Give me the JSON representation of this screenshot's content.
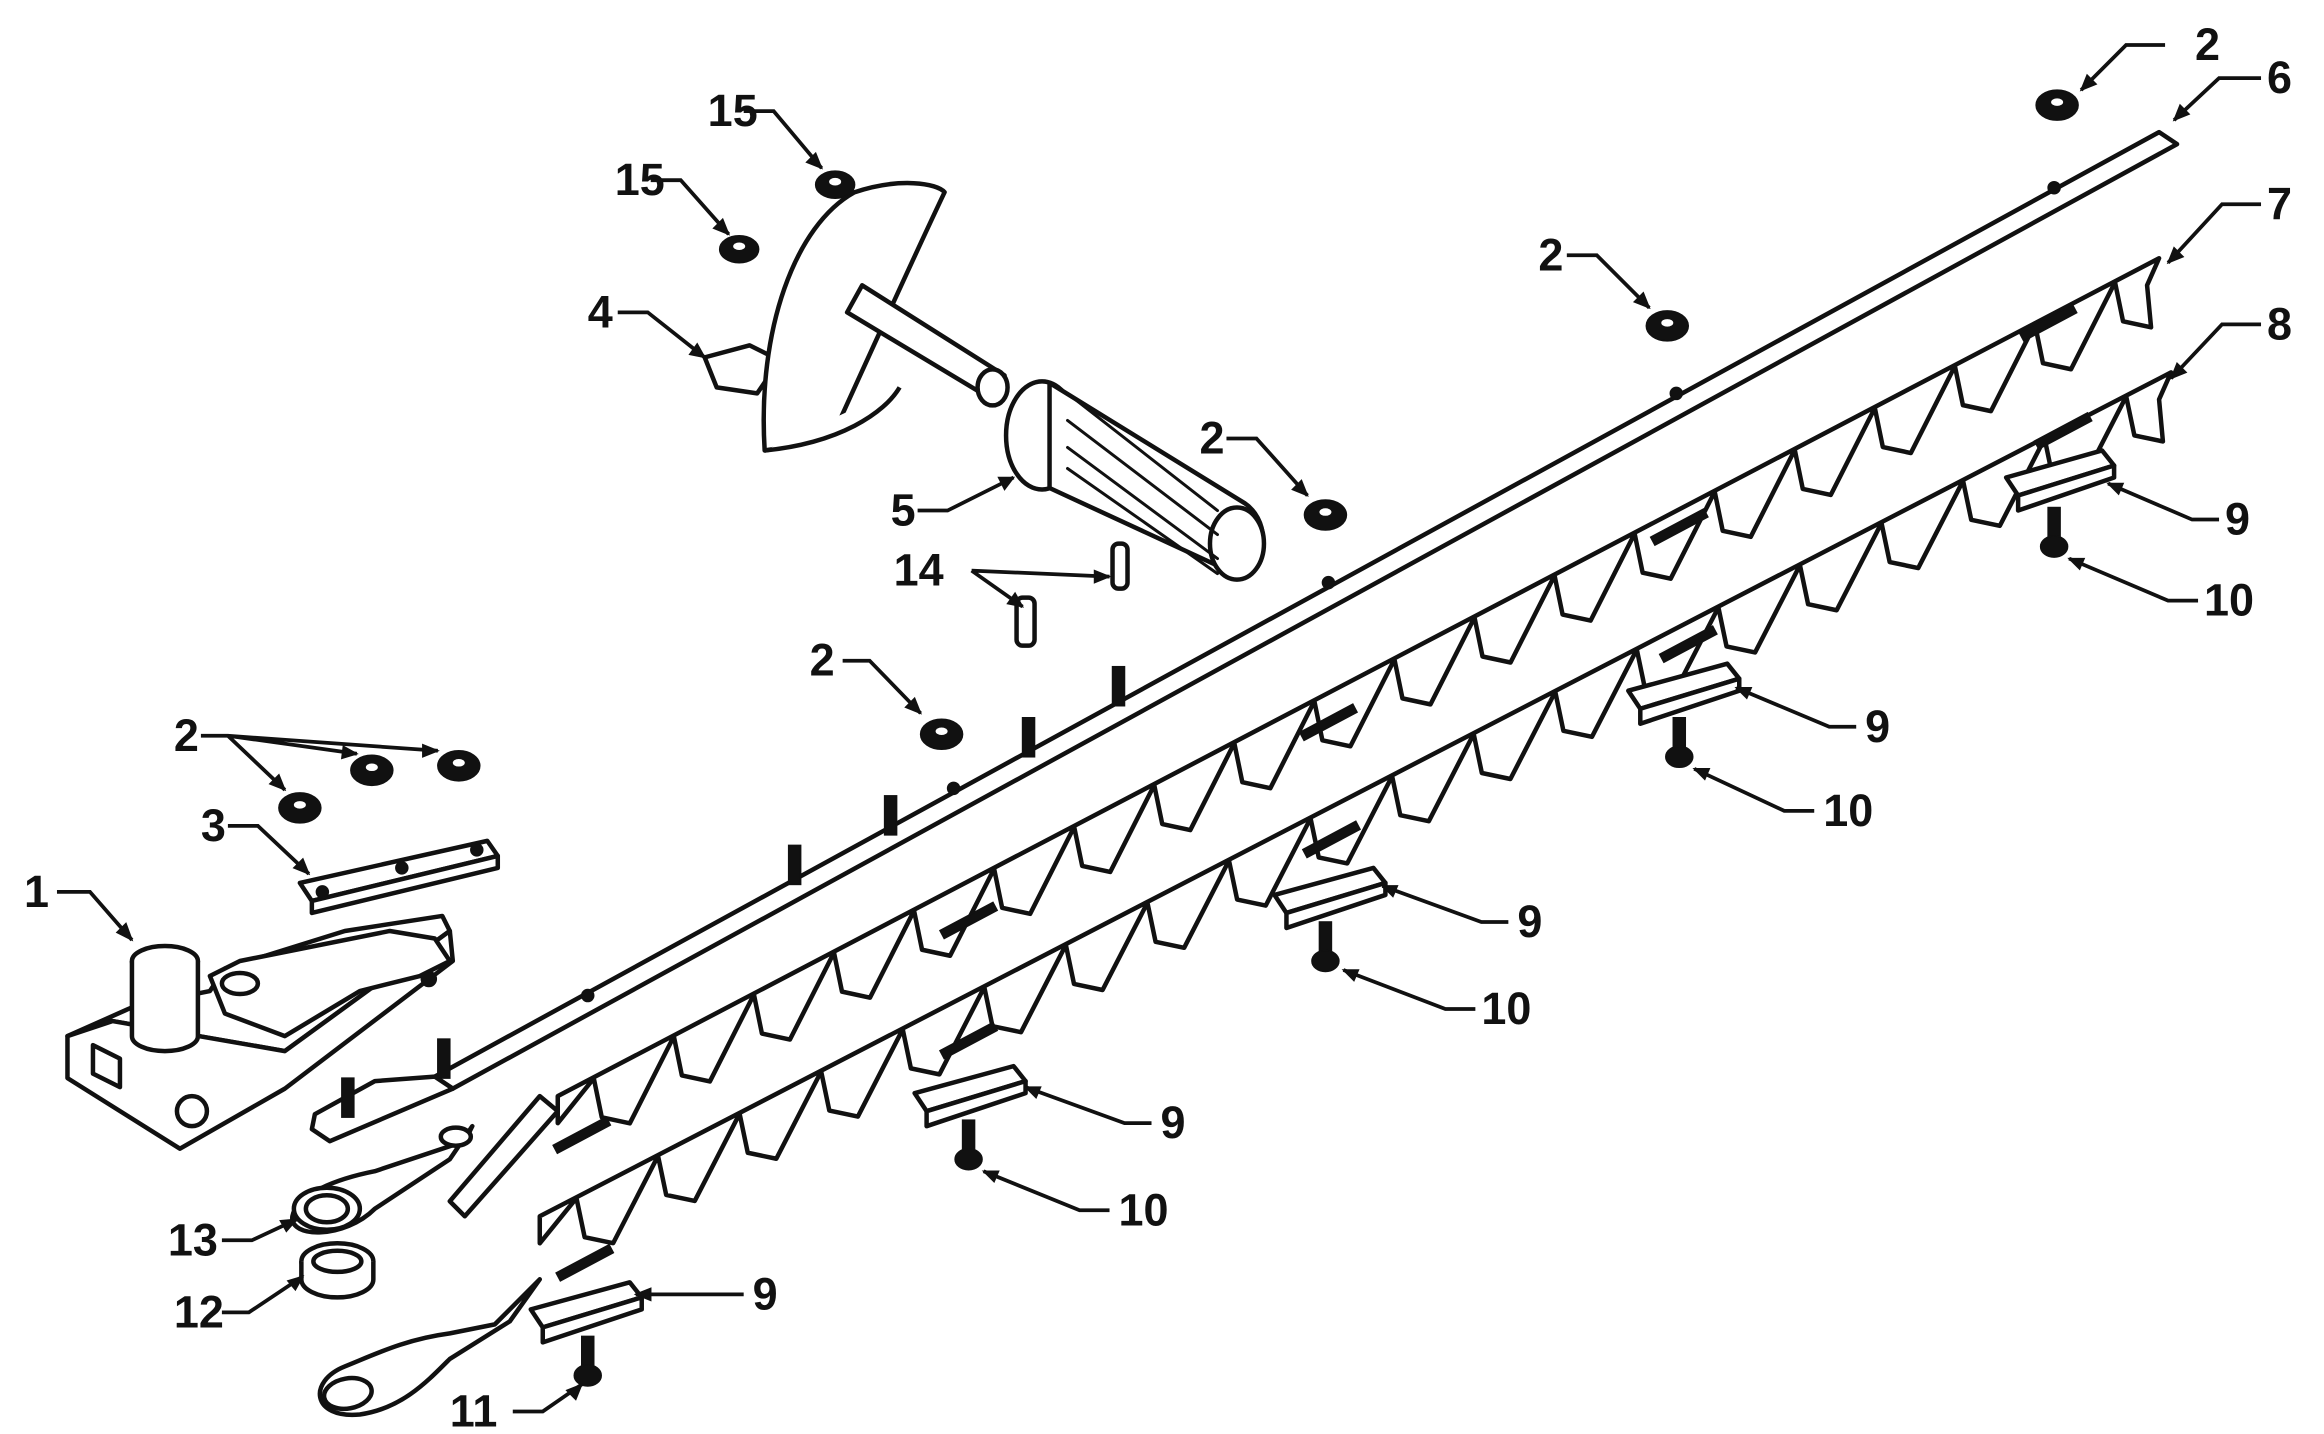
{
  "diagram": {
    "type": "exploded-parts-view",
    "callouts": [
      {
        "id": "c1",
        "label": "1"
      },
      {
        "id": "c2a",
        "label": "2"
      },
      {
        "id": "c2b",
        "label": "2"
      },
      {
        "id": "c2c",
        "label": "2"
      },
      {
        "id": "c2d",
        "label": "2"
      },
      {
        "id": "c2e",
        "label": "2"
      },
      {
        "id": "c3",
        "label": "3"
      },
      {
        "id": "c4",
        "label": "4"
      },
      {
        "id": "c5",
        "label": "5"
      },
      {
        "id": "c6",
        "label": "6"
      },
      {
        "id": "c7",
        "label": "7"
      },
      {
        "id": "c8",
        "label": "8"
      },
      {
        "id": "c9a",
        "label": "9"
      },
      {
        "id": "c9b",
        "label": "9"
      },
      {
        "id": "c9c",
        "label": "9"
      },
      {
        "id": "c9d",
        "label": "9"
      },
      {
        "id": "c9e",
        "label": "9"
      },
      {
        "id": "c10a",
        "label": "10"
      },
      {
        "id": "c10b",
        "label": "10"
      },
      {
        "id": "c10c",
        "label": "10"
      },
      {
        "id": "c10d",
        "label": "10"
      },
      {
        "id": "c11",
        "label": "11"
      },
      {
        "id": "c12",
        "label": "12"
      },
      {
        "id": "c13",
        "label": "13"
      },
      {
        "id": "c14",
        "label": "14"
      },
      {
        "id": "c15a",
        "label": "15"
      },
      {
        "id": "c15b",
        "label": "15"
      }
    ]
  },
  "colors": {
    "ink": "#111111",
    "paper": "#ffffff"
  }
}
